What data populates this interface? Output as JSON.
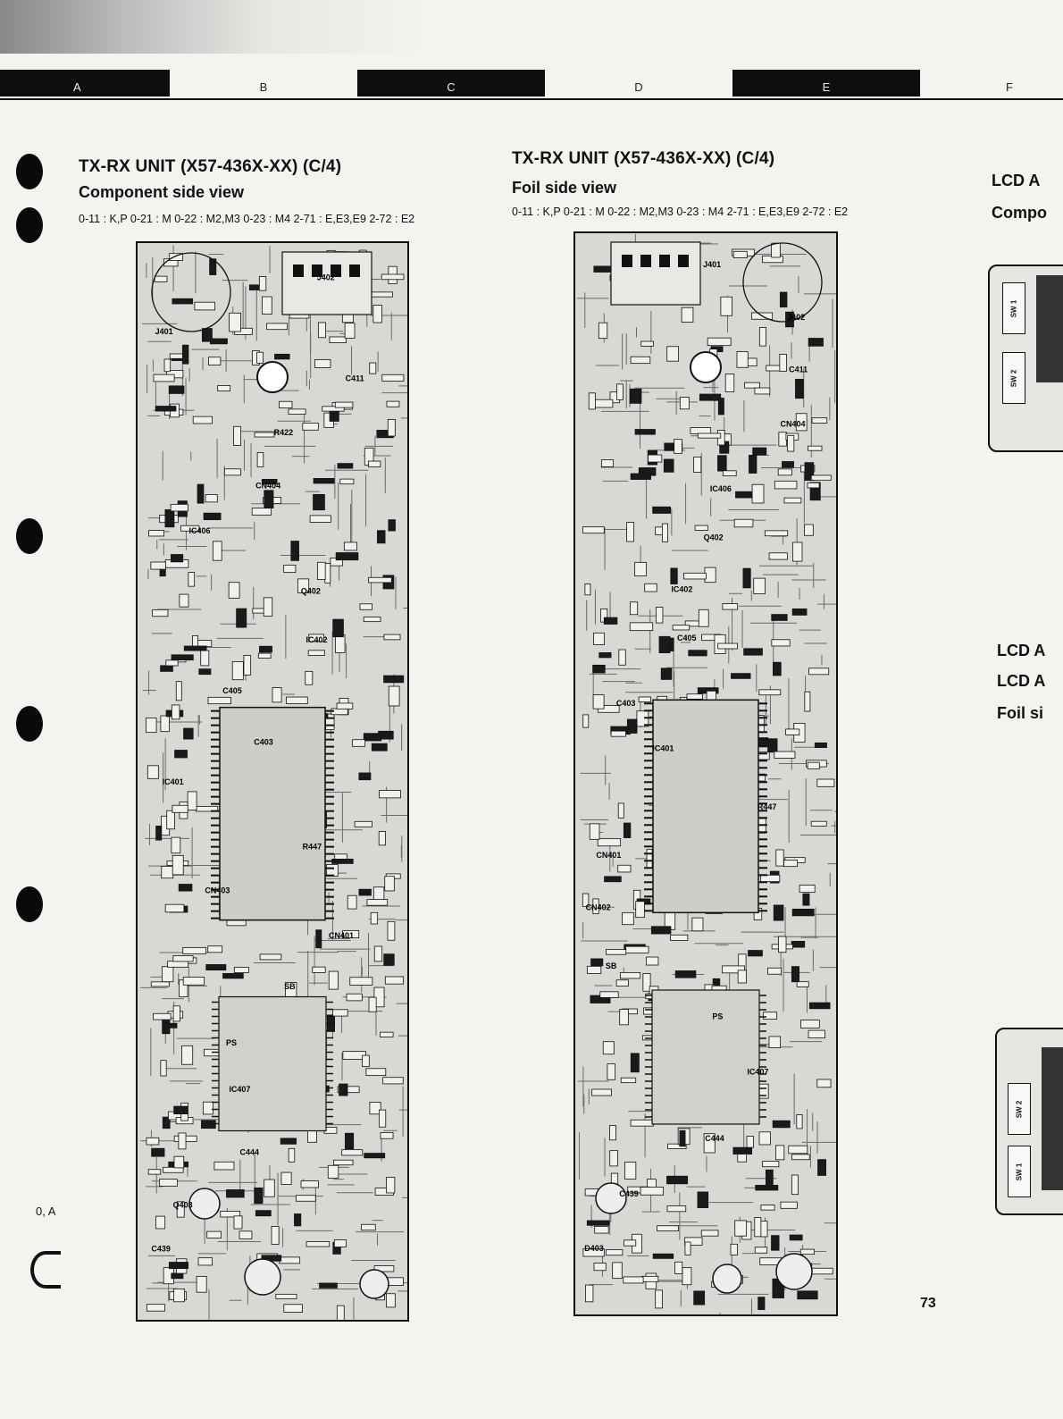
{
  "ruler": {
    "labels": [
      "A",
      "B",
      "C",
      "D",
      "E",
      "F"
    ]
  },
  "left": {
    "title": "TX-RX UNIT (X57-436X-XX) (C/4)",
    "subtitle": "Component side view",
    "codes": "0-11 : K,P  0-21 : M  0-22 : M2,M3  0-23 : M4  2-71 : E,E3,E9  2-72 : E2"
  },
  "right": {
    "title": "TX-RX UNIT (X57-436X-XX) (C/4)",
    "subtitle": "Foil side view",
    "codes": "0-11 : K,P  0-21 : M  0-22 : M2,M3  0-23 : M4  2-71 : E,E3,E9  2-72 : E2"
  },
  "side_panel": {
    "lcd_top_1": "LCD A",
    "comp": "Compo",
    "lcd_mid_1": "LCD A",
    "lcd_mid_2": "LCD A",
    "foil": "Foil si",
    "sw1": "SW 1",
    "sw2": "SW 2"
  },
  "margin_note": "0, A",
  "page_number": "73",
  "left_board_labels": [
    "J402",
    "J401",
    "C411",
    "R422",
    "CN404",
    "IC406",
    "Q402",
    "IC402",
    "C405",
    "C403",
    "IC401",
    "R447",
    "CN403",
    "CN401",
    "SB",
    "PS",
    "IC407",
    "C444",
    "Q403",
    "C439"
  ],
  "right_board_labels": [
    "J401",
    "J402",
    "C411",
    "CN404",
    "IC406",
    "Q402",
    "IC402",
    "C405",
    "C403",
    "IC401",
    "R447",
    "CN401",
    "CN402",
    "SB",
    "PS",
    "IC407",
    "C444",
    "C439",
    "D403"
  ]
}
